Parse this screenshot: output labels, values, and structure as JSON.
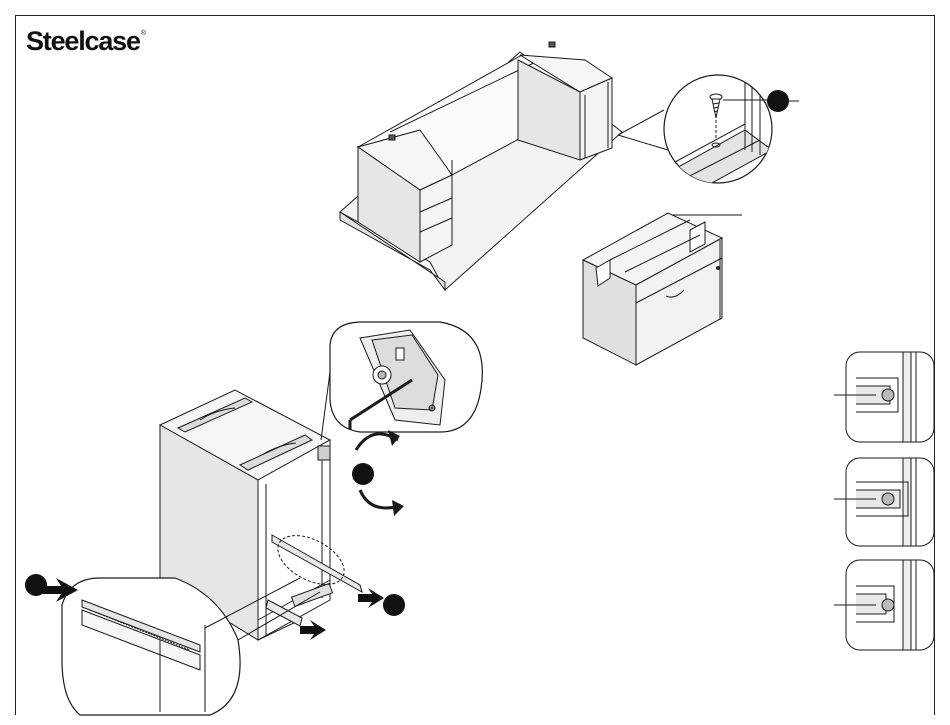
{
  "header": {
    "brand": "Steelcase",
    "registered_mark": "®"
  },
  "steps": [
    {
      "name": "step-screw-callout"
    },
    {
      "name": "step-bracket-rotate"
    },
    {
      "name": "step-rail-insert-left"
    },
    {
      "name": "step-rail-insert-right"
    }
  ],
  "colors": {
    "line": "#1a1a1a",
    "panel": "#e8e8e8",
    "panel_dark": "#cfcfcf",
    "callout_dot": "#111111"
  },
  "icons": [
    "screw-icon",
    "rotate-arrow-icon",
    "push-arrow-icon",
    "step-dot-icon",
    "slot-detail-icon"
  ]
}
